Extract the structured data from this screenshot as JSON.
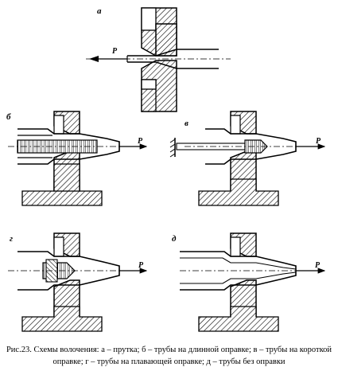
{
  "labels": {
    "a": "а",
    "b": "б",
    "v": "в",
    "g": "г",
    "d": "д"
  },
  "force_label": "P",
  "caption": "Рис.23. Схемы волочения: а – прутка; б – трубы на длинной оправке; в – трубы на короткой оправке; г – трубы на плавающей оправке; д – трубы без оправки",
  "colors": {
    "ink": "#000000",
    "background": "#ffffff"
  }
}
